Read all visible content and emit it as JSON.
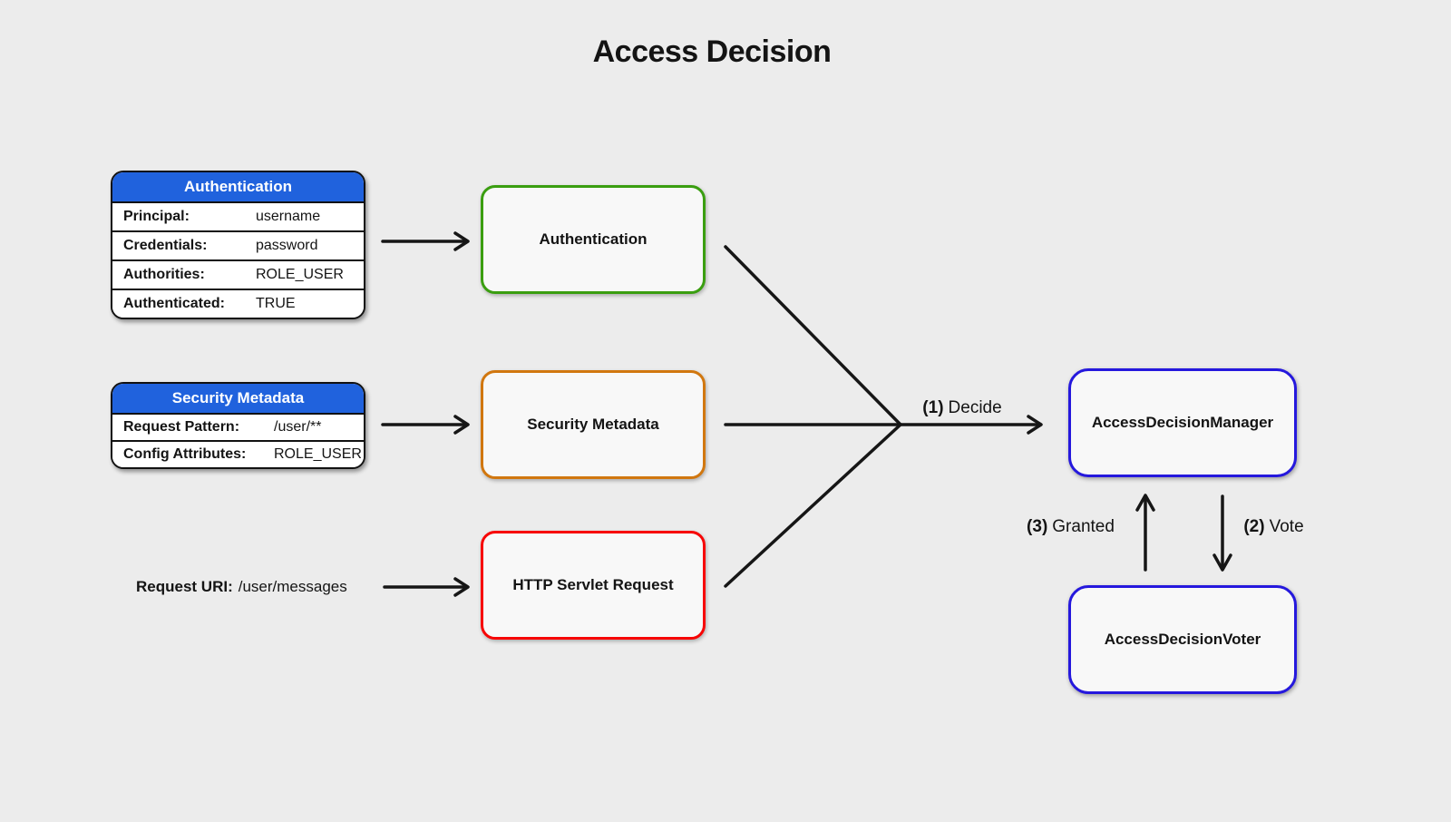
{
  "title": "Access Decision",
  "colors": {
    "background": "#ececec",
    "table_header_blue": "#2062dd",
    "node_green": "#3a9e10",
    "node_orange": "#d1770f",
    "node_red": "#f70505",
    "node_blue": "#2518dd",
    "line_black": "#141414"
  },
  "tables": {
    "authentication": {
      "header": "Authentication",
      "rows": [
        {
          "label": "Principal:",
          "value": "username"
        },
        {
          "label": "Credentials:",
          "value": "password"
        },
        {
          "label": "Authorities:",
          "value": "ROLE_USER"
        },
        {
          "label": "Authenticated:",
          "value": "TRUE"
        }
      ]
    },
    "security_metadata": {
      "header": "Security Metadata",
      "rows": [
        {
          "label": "Request Pattern:",
          "value": "/user/**"
        },
        {
          "label": "Config Attributes:",
          "value": "ROLE_USER"
        }
      ]
    }
  },
  "request_uri": {
    "label": "Request URI:",
    "value": "/user/messages"
  },
  "nodes": {
    "authentication": {
      "label": "Authentication",
      "border": "#3a9e10"
    },
    "security_metadata": {
      "label": "Security Metadata",
      "border": "#d1770f"
    },
    "http_servlet_request": {
      "label": "HTTP Servlet Request",
      "border": "#f70505"
    },
    "access_decision_manager": {
      "label": "AccessDecisionManager",
      "border": "#2518dd"
    },
    "access_decision_voter": {
      "label": "AccessDecisionVoter",
      "border": "#2518dd"
    }
  },
  "edges": {
    "decide": {
      "num": "(1)",
      "text": "Decide"
    },
    "vote": {
      "num": "(2)",
      "text": "Vote"
    },
    "granted": {
      "num": "(3)",
      "text": "Granted"
    }
  }
}
